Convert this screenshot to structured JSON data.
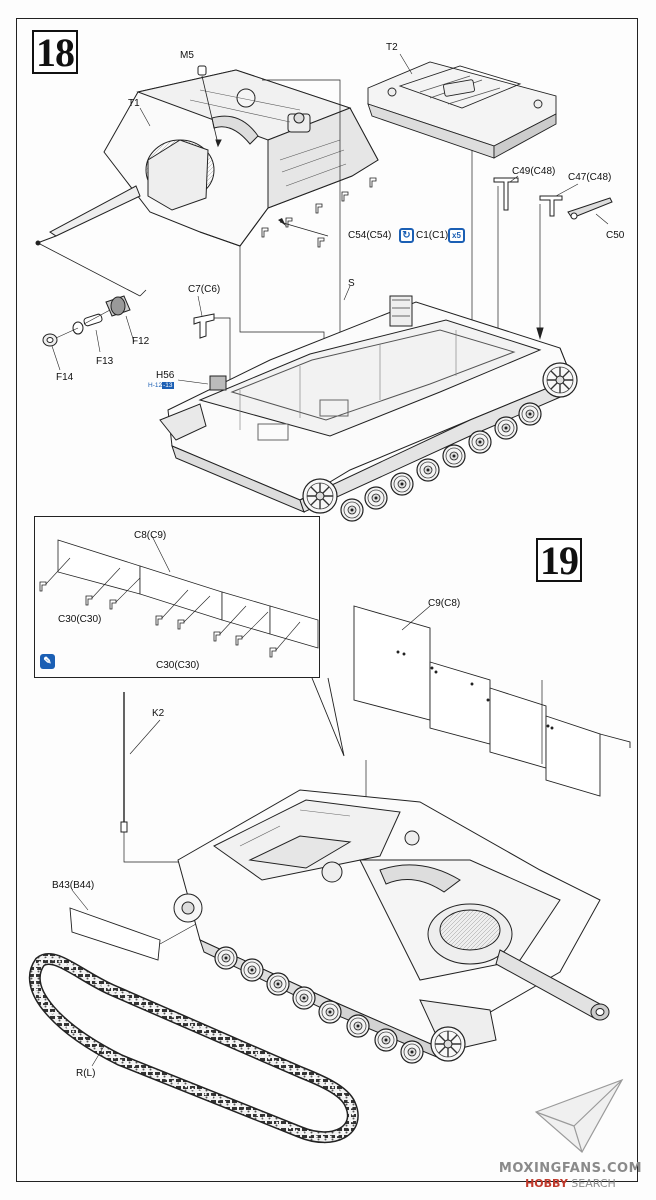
{
  "steps": {
    "step18": "18",
    "step19": "19"
  },
  "parts": {
    "m5": "M5",
    "t1": "T1",
    "t2": "T2",
    "c49": "C49(C48)",
    "c47": "C47(C48)",
    "c50": "C50",
    "c54": "C54(C54)",
    "c1": "C1(C1)",
    "x5": "x5",
    "c7": "C7(C6)",
    "s": "S",
    "f12": "F12",
    "f13": "F13",
    "f14": "F14",
    "h56": "H56",
    "c8": "C8(C9)",
    "c30a": "C30(C30)",
    "c30b": "C30(C30)",
    "c9": "C9(C8)",
    "k2": "K2",
    "b43": "B43(B44)",
    "rl": "R(L)"
  },
  "references": {
    "h56_ref_a": "H-12",
    "h56_ref_b": "-13"
  },
  "watermark": {
    "site": "MOXINGFANS.COM",
    "brand_a": "HOBBY",
    "brand_b": " SEARCH"
  },
  "colors": {
    "badge": "#1b5fb4",
    "ink": "#222222"
  },
  "icons": [
    "turn-over-icon",
    "glue-icon",
    "watermark-plane-icon"
  ]
}
